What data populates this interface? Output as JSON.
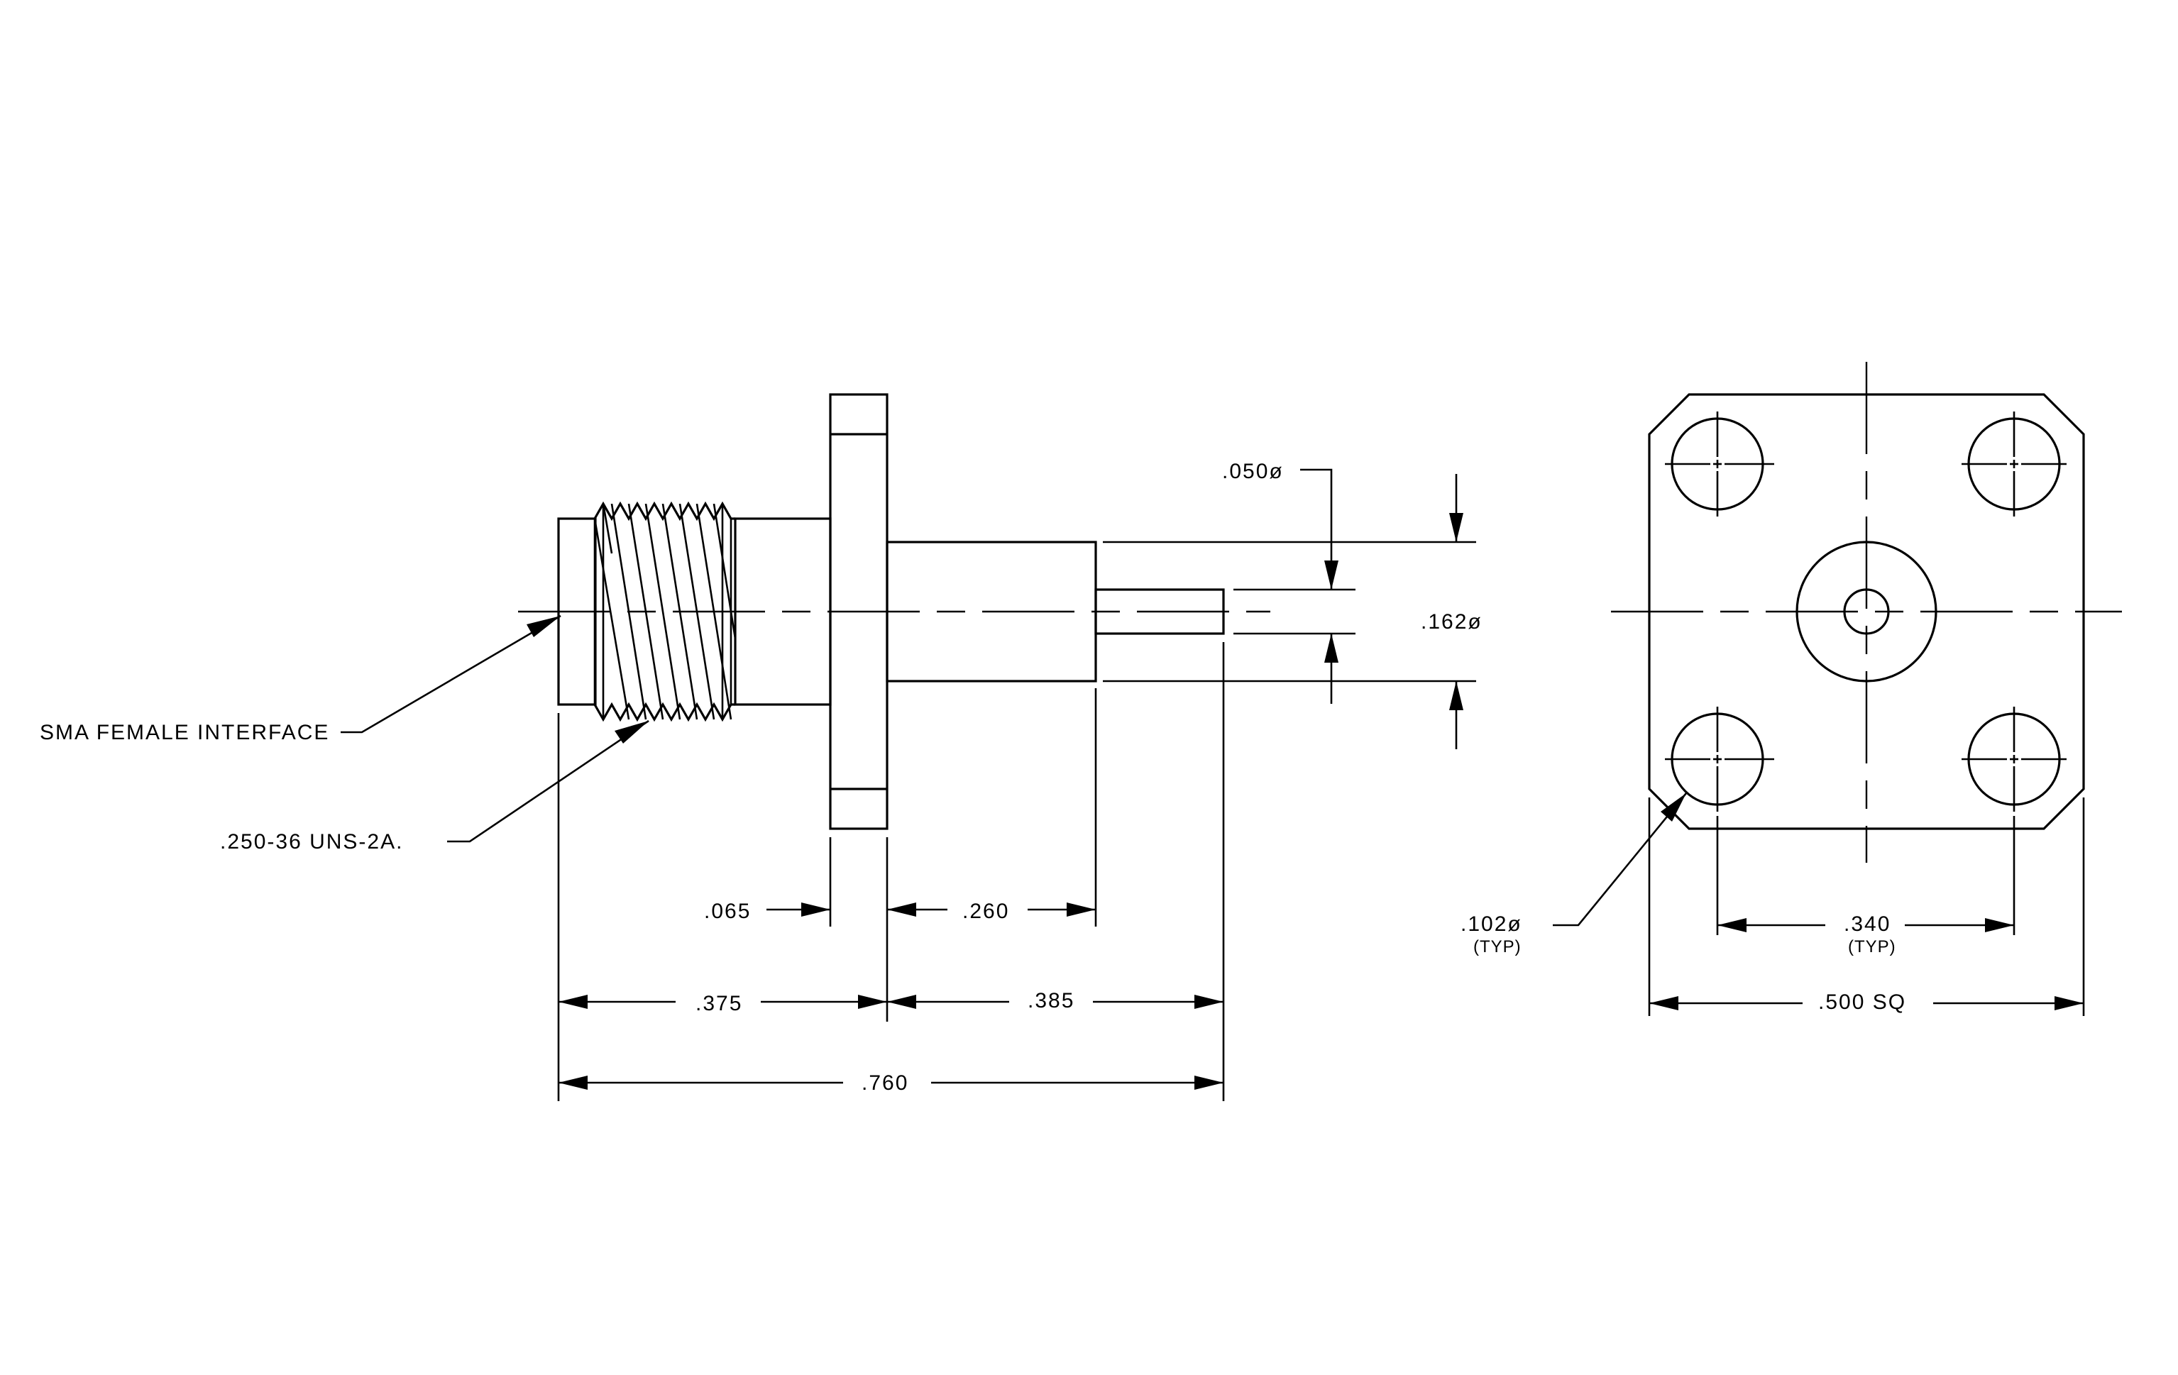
{
  "drawing": {
    "side_view": {
      "callouts": {
        "interface": "SMA FEMALE INTERFACE",
        "thread": ".250-36 UNS-2A."
      },
      "dimensions": {
        "pin_diameter": ".050ø",
        "body_diameter": ".162ø",
        "flange_thickness": ".065",
        "body_length": ".260",
        "front_length": ".375",
        "rear_length": ".385",
        "overall_length": ".760"
      }
    },
    "flange_view": {
      "hole_diameter": ".102ø",
      "hole_diameter_note": "(TYP)",
      "hole_spacing": ".340",
      "hole_spacing_note": "(TYP)",
      "flange_size": ".500 SQ"
    }
  }
}
